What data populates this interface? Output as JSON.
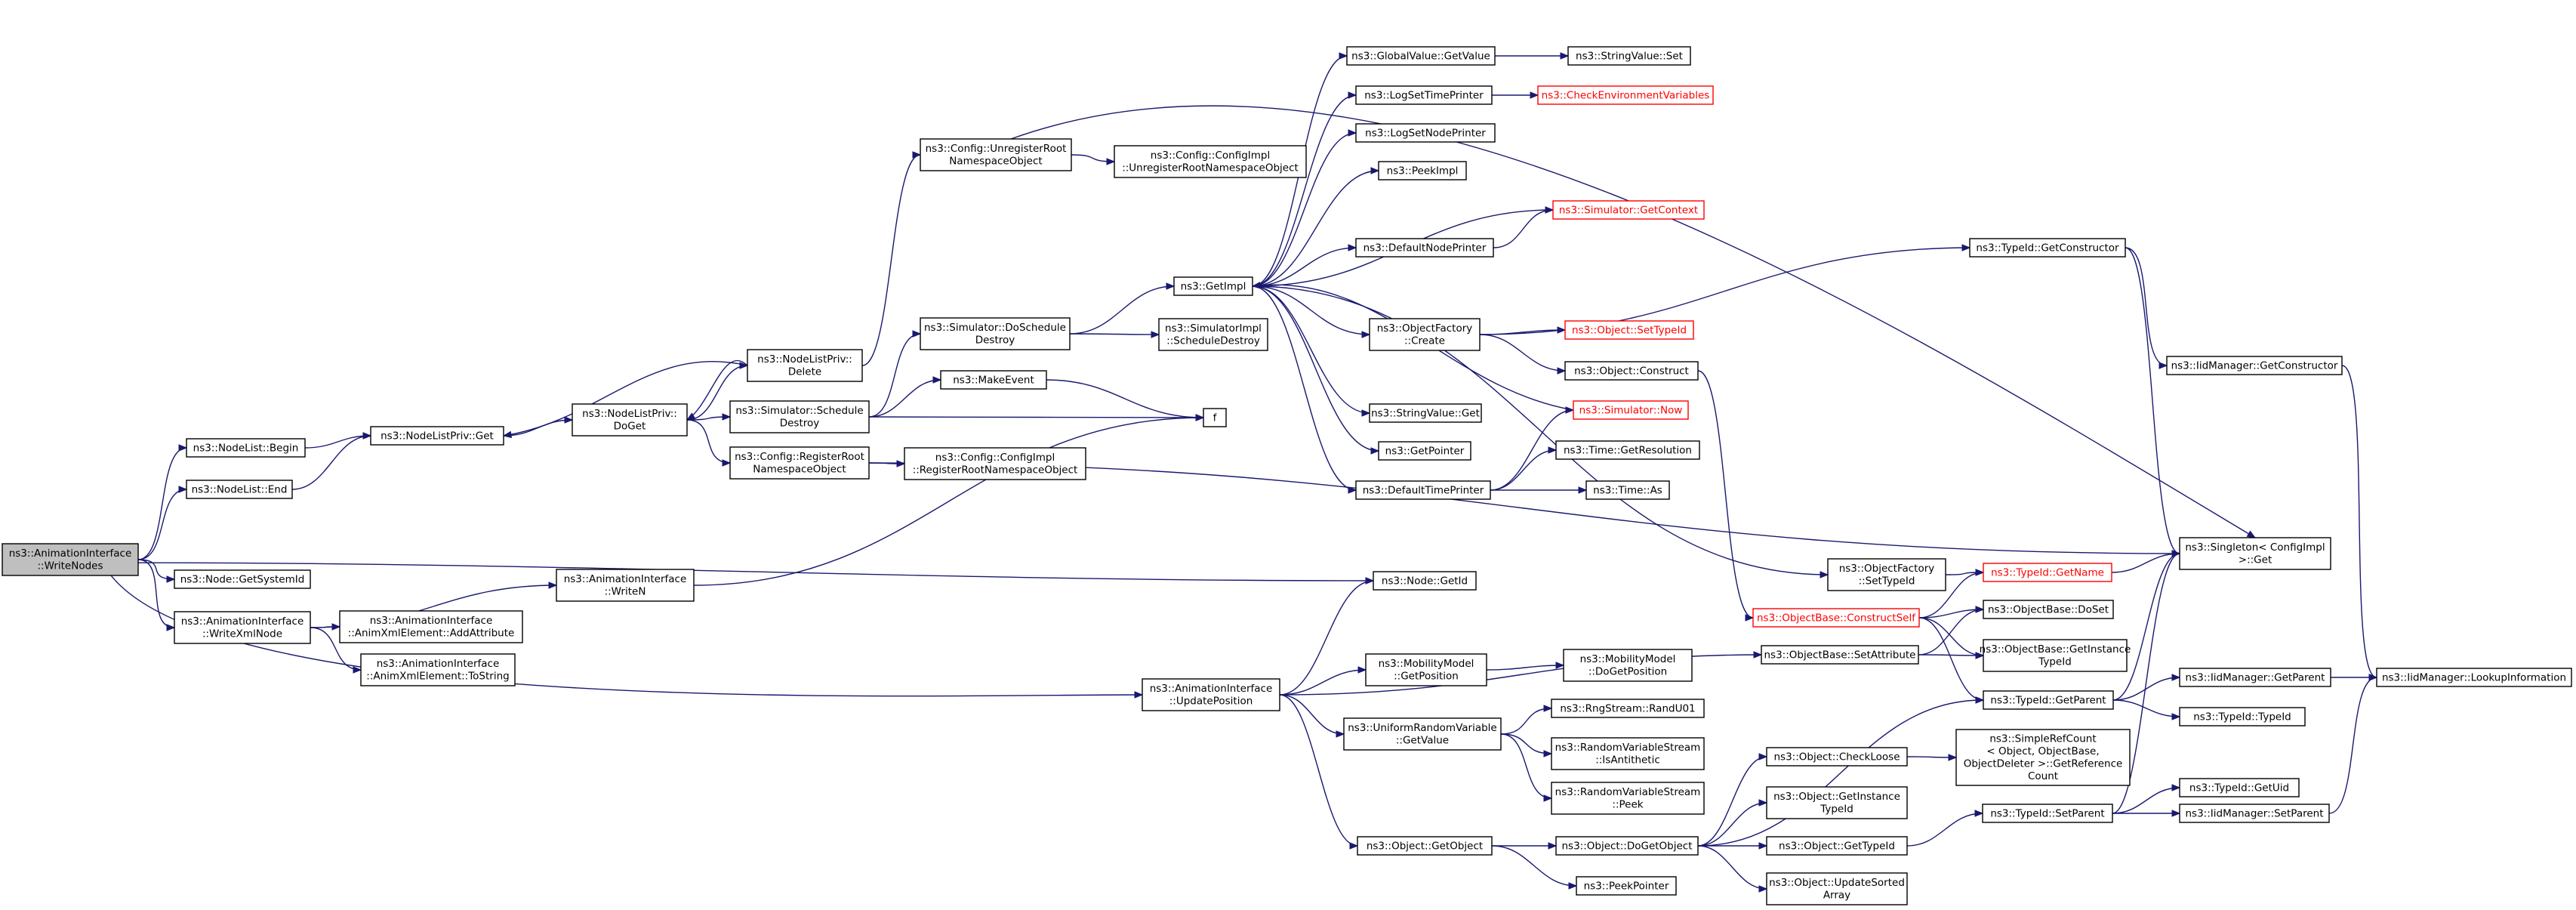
{
  "nodes": [
    {
      "id": "writeNodes",
      "lines": [
        "ns3::AnimationInterface",
        "::WriteNodes"
      ],
      "style": "root"
    },
    {
      "id": "nodeListBegin",
      "lines": [
        "ns3::NodeList::Begin"
      ]
    },
    {
      "id": "nodeListEnd",
      "lines": [
        "ns3::NodeList::End"
      ]
    },
    {
      "id": "nodeGetSystemId",
      "lines": [
        "ns3::Node::GetSystemId"
      ]
    },
    {
      "id": "writeXmlNode",
      "lines": [
        "ns3::AnimationInterface",
        "::WriteXmlNode"
      ]
    },
    {
      "id": "nodeListPrivGet",
      "lines": [
        "ns3::NodeListPriv::Get"
      ]
    },
    {
      "id": "nodeListPrivDoGet",
      "lines": [
        "ns3::NodeListPriv::",
        "DoGet"
      ]
    },
    {
      "id": "nodeListPrivDelete",
      "lines": [
        "ns3::NodeListPriv::",
        "Delete"
      ]
    },
    {
      "id": "configUnregister",
      "lines": [
        "ns3::Config::UnregisterRoot",
        "NamespaceObject"
      ]
    },
    {
      "id": "configImplUnregister",
      "lines": [
        "ns3::Config::ConfigImpl",
        "::UnregisterRootNamespaceObject"
      ]
    },
    {
      "id": "simDoScheduleDestroy",
      "lines": [
        "ns3::Simulator::DoSchedule",
        "Destroy"
      ]
    },
    {
      "id": "simImplScheduleDestroy",
      "lines": [
        "ns3::SimulatorImpl",
        "::ScheduleDestroy"
      ]
    },
    {
      "id": "simScheduleDestroy",
      "lines": [
        "ns3::Simulator::Schedule",
        "Destroy"
      ]
    },
    {
      "id": "makeEvent",
      "lines": [
        "ns3::MakeEvent"
      ]
    },
    {
      "id": "f",
      "lines": [
        "f"
      ]
    },
    {
      "id": "configRegister",
      "lines": [
        "ns3::Config::RegisterRoot",
        "NamespaceObject"
      ]
    },
    {
      "id": "configImplRegister",
      "lines": [
        "ns3::Config::ConfigImpl",
        "::RegisterRootNamespaceObject"
      ]
    },
    {
      "id": "animXmlAddAttribute",
      "lines": [
        "ns3::AnimationInterface",
        "::AnimXmlElement::AddAttribute"
      ]
    },
    {
      "id": "animXmlToString",
      "lines": [
        "ns3::AnimationInterface",
        "::AnimXmlElement::ToString"
      ]
    },
    {
      "id": "writeN",
      "lines": [
        "ns3::AnimationInterface",
        "::WriteN"
      ]
    },
    {
      "id": "updatePosition",
      "lines": [
        "ns3::AnimationInterface",
        "::UpdatePosition"
      ]
    },
    {
      "id": "getImpl",
      "lines": [
        "ns3::GetImpl"
      ]
    },
    {
      "id": "globalValueGetValue",
      "lines": [
        "ns3::GlobalValue::GetValue"
      ]
    },
    {
      "id": "stringValueSet",
      "lines": [
        "ns3::StringValue::Set"
      ]
    },
    {
      "id": "logSetTimePrinter",
      "lines": [
        "ns3::LogSetTimePrinter"
      ]
    },
    {
      "id": "checkEnvVars",
      "lines": [
        "ns3::CheckEnvironmentVariables"
      ],
      "style": "red"
    },
    {
      "id": "logSetNodePrinter",
      "lines": [
        "ns3::LogSetNodePrinter"
      ]
    },
    {
      "id": "peekImpl",
      "lines": [
        "ns3::PeekImpl"
      ]
    },
    {
      "id": "simGetContext",
      "lines": [
        "ns3::Simulator::GetContext"
      ],
      "style": "red"
    },
    {
      "id": "defaultNodePrinter",
      "lines": [
        "ns3::DefaultNodePrinter"
      ]
    },
    {
      "id": "objectFactoryCreate",
      "lines": [
        "ns3::ObjectFactory",
        "::Create"
      ]
    },
    {
      "id": "objectSetTypeId",
      "lines": [
        "ns3::Object::SetTypeId"
      ],
      "style": "red"
    },
    {
      "id": "objectConstruct",
      "lines": [
        "ns3::Object::Construct"
      ]
    },
    {
      "id": "simNow",
      "lines": [
        "ns3::Simulator::Now"
      ],
      "style": "red"
    },
    {
      "id": "stringValueGet",
      "lines": [
        "ns3::StringValue::Get"
      ]
    },
    {
      "id": "getPointer",
      "lines": [
        "ns3::GetPointer"
      ]
    },
    {
      "id": "defaultTimePrinter",
      "lines": [
        "ns3::DefaultTimePrinter"
      ]
    },
    {
      "id": "timeGetResolution",
      "lines": [
        "ns3::Time::GetResolution"
      ]
    },
    {
      "id": "timeAs",
      "lines": [
        "ns3::Time::As"
      ]
    },
    {
      "id": "nodeGetId",
      "lines": [
        "ns3::Node::GetId"
      ]
    },
    {
      "id": "mobilityGetPosition",
      "lines": [
        "ns3::MobilityModel",
        "::GetPosition"
      ]
    },
    {
      "id": "mobilityDoGetPosition",
      "lines": [
        "ns3::MobilityModel",
        "::DoGetPosition"
      ]
    },
    {
      "id": "uniformGetValue",
      "lines": [
        "ns3::UniformRandomVariable",
        "::GetValue"
      ]
    },
    {
      "id": "rngRandU01",
      "lines": [
        "ns3::RngStream::RandU01"
      ]
    },
    {
      "id": "rvsIsAntithetic",
      "lines": [
        "ns3::RandomVariableStream",
        "::IsAntithetic"
      ]
    },
    {
      "id": "rvsPeek",
      "lines": [
        "ns3::RandomVariableStream",
        "::Peek"
      ]
    },
    {
      "id": "objectGetObject",
      "lines": [
        "ns3::Object::GetObject"
      ]
    },
    {
      "id": "objectDoGetObject",
      "lines": [
        "ns3::Object::DoGetObject"
      ]
    },
    {
      "id": "peekPointer",
      "lines": [
        "ns3::PeekPointer"
      ]
    },
    {
      "id": "typeIdGetConstructor",
      "lines": [
        "ns3::TypeId::GetConstructor"
      ]
    },
    {
      "id": "iidGetConstructor",
      "lines": [
        "ns3::IidManager::GetConstructor"
      ]
    },
    {
      "id": "objectFactorySetTypeId",
      "lines": [
        "ns3::ObjectFactory",
        "::SetTypeId"
      ]
    },
    {
      "id": "typeIdGetName",
      "lines": [
        "ns3::TypeId::GetName"
      ],
      "style": "red"
    },
    {
      "id": "objectBaseConstructSelf",
      "lines": [
        "ns3::ObjectBase::ConstructSelf"
      ],
      "style": "red"
    },
    {
      "id": "objectBaseDoSet",
      "lines": [
        "ns3::ObjectBase::DoSet"
      ]
    },
    {
      "id": "objectBaseSetAttribute",
      "lines": [
        "ns3::ObjectBase::SetAttribute"
      ]
    },
    {
      "id": "objectBaseGetInstanceTypeId",
      "lines": [
        "ns3::ObjectBase::GetInstance",
        "TypeId"
      ]
    },
    {
      "id": "typeIdGetParent",
      "lines": [
        "ns3::TypeId::GetParent"
      ]
    },
    {
      "id": "singletonGet",
      "lines": [
        "ns3::Singleton< ConfigImpl",
        " >::Get"
      ]
    },
    {
      "id": "iidGetParent",
      "lines": [
        "ns3::IidManager::GetParent"
      ]
    },
    {
      "id": "iidLookupInformation",
      "lines": [
        "ns3::IidManager::LookupInformation"
      ]
    },
    {
      "id": "typeIdTypeId",
      "lines": [
        "ns3::TypeId::TypeId"
      ]
    },
    {
      "id": "objectCheckLoose",
      "lines": [
        "ns3::Object::CheckLoose"
      ]
    },
    {
      "id": "simpleRefCount",
      "lines": [
        "ns3::SimpleRefCount",
        "< Object, ObjectBase,",
        " ObjectDeleter >::GetReference",
        "Count"
      ]
    },
    {
      "id": "objectGetInstanceTypeId",
      "lines": [
        "ns3::Object::GetInstance",
        "TypeId"
      ]
    },
    {
      "id": "objectGetTypeId",
      "lines": [
        "ns3::Object::GetTypeId"
      ]
    },
    {
      "id": "typeIdSetParent",
      "lines": [
        "ns3::TypeId::SetParent"
      ]
    },
    {
      "id": "typeIdGetUid",
      "lines": [
        "ns3::TypeId::GetUid"
      ]
    },
    {
      "id": "iidSetParent",
      "lines": [
        "ns3::IidManager::SetParent"
      ]
    },
    {
      "id": "objectUpdateSortedArray",
      "lines": [
        "ns3::Object::UpdateSorted",
        "Array"
      ]
    }
  ]
}
